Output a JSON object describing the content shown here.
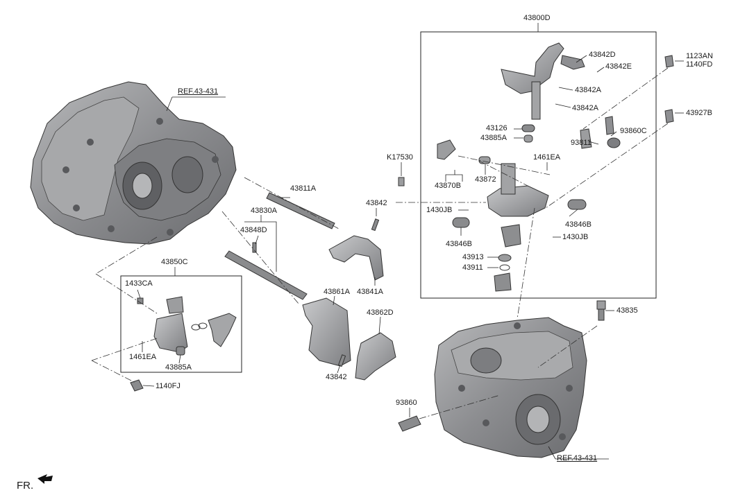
{
  "labels": {
    "assembly_main": "43800D",
    "ref_top": "REF.43-431",
    "ref_bottom": "REF.43-431",
    "p_43842D": "43842D",
    "p_43842E": "43842E",
    "p_43842A_1": "43842A",
    "p_43842A_2": "43842A",
    "p_1123AN": "1123AN",
    "p_1140FD": "1140FD",
    "p_43927B": "43927B",
    "p_43126": "43126",
    "p_43885A_top": "43885A",
    "p_93811": "93811",
    "p_93860C": "93860C",
    "p_K17530": "K17530",
    "p_1461EA_top": "1461EA",
    "p_43870B": "43870B",
    "p_43872": "43872",
    "p_43811A": "43811A",
    "p_43842_top": "43842",
    "p_1430JB_1": "1430JB",
    "p_1430JB_2": "1430JB",
    "p_43846B_1": "43846B",
    "p_43846B_2": "43846B",
    "p_43830A": "43830A",
    "p_43848D": "43848D",
    "p_43913": "43913",
    "p_43911": "43911",
    "p_43850C": "43850C",
    "p_1433CA": "1433CA",
    "p_43861A": "43861A",
    "p_43841A": "43841A",
    "p_43862D": "43862D",
    "p_1461EA_bottom": "1461EA",
    "p_43885A_bottom": "43885A",
    "p_43842_bottom": "43842",
    "p_43835": "43835",
    "p_1140FJ": "1140FJ",
    "p_93860": "93860",
    "fr": "FR."
  },
  "colors": {
    "stroke": "#222222",
    "part_fill": "#8f9092",
    "part_light": "#c4c5c7",
    "part_dark": "#5a5b5d"
  }
}
